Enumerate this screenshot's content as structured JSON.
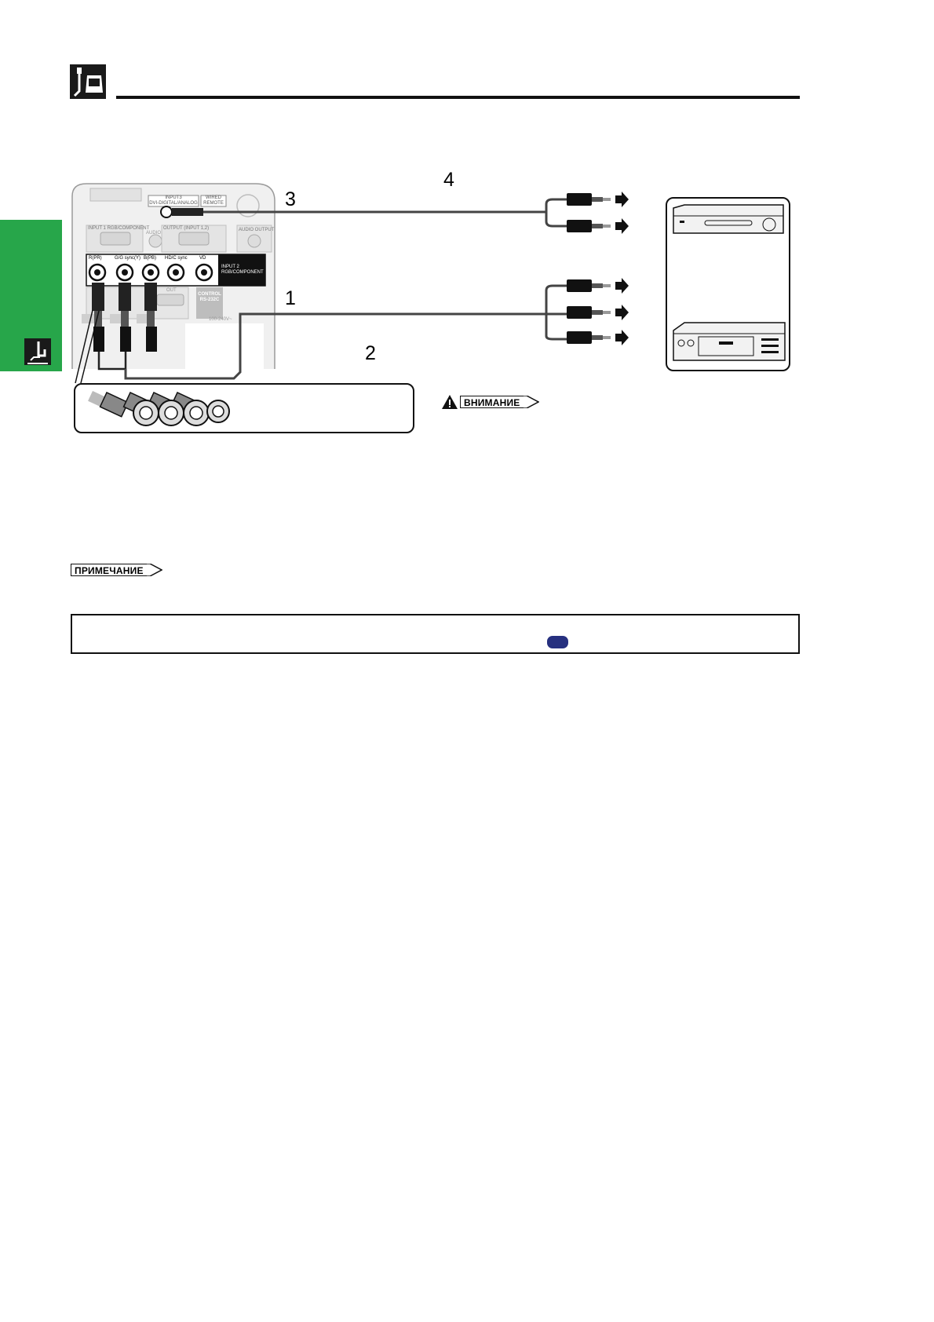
{
  "diagram": {
    "steps": [
      "1",
      "2",
      "3",
      "4"
    ],
    "panel": {
      "input3_label": "INPUT3",
      "input3_sub": "DVI-DIGITAL/ANALOG",
      "wired_remote": "WIRED REMOTE",
      "input1_label": "INPUT 1 RGB/COMPONENT",
      "audio_label": "AUDIO",
      "output_label": "OUTPUT (INPUT 1,2)",
      "audio_output_label": "AUDIO OUTPUT",
      "jacks": [
        "R(PR)",
        "G/G sync(Y)",
        "B(PB)",
        "HD/C sync",
        "VD"
      ],
      "input2_label": "INPUT 2",
      "input2_sub": "RGB/COMPONENT",
      "out_label": "OUT",
      "control_label": "CONTROL",
      "rs232_label": "RS-232C",
      "voltage_label": "100-240V~"
    }
  },
  "caution_label": "ВНИМАНИЕ",
  "note_label": "ПРИМЕЧАНИЕ",
  "colors": {
    "green_tab": "#27a64a",
    "blue_pill": "#26307f",
    "ink": "#111111"
  },
  "icons": [
    "connection-header-icon",
    "side-connection-icon"
  ]
}
